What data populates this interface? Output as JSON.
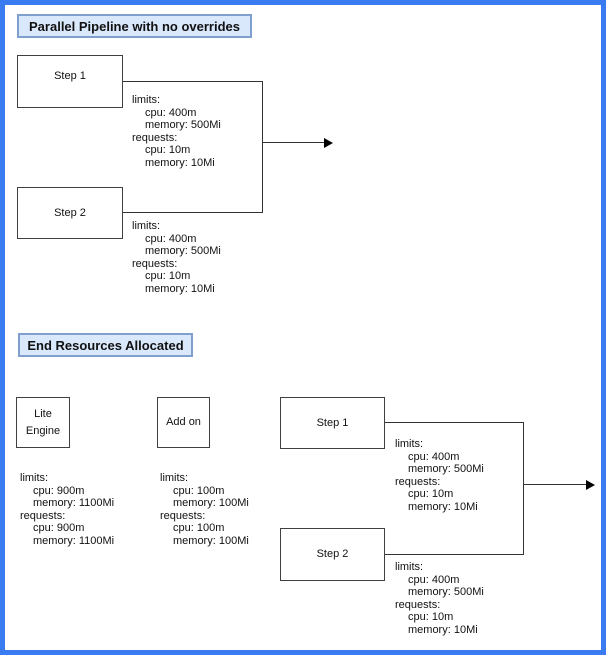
{
  "colors": {
    "frame_border": "#3a7bf2",
    "title_fill": "#dae8fc",
    "title_border": "#7f9fcf",
    "node_border": "#404040",
    "connector": "#333333"
  },
  "section1": {
    "title": "Parallel Pipeline with no overrides",
    "nodes": {
      "step1": {
        "label": "Step 1"
      },
      "step2": {
        "label": "Step 2"
      }
    },
    "resources": {
      "step1": {
        "lines": [
          "limits:",
          "cpu: 400m",
          "memory: 500Mi",
          "requests:",
          "cpu: 10m",
          "memory: 10Mi"
        ]
      },
      "step2": {
        "lines": [
          "limits:",
          "cpu: 400m",
          "memory: 500Mi",
          "requests:",
          "cpu: 10m",
          "memory: 10Mi"
        ]
      }
    }
  },
  "section2": {
    "title": "End Resources Allocated",
    "nodes": {
      "lite_engine": {
        "lines": [
          "Lite",
          "Engine"
        ]
      },
      "addon": {
        "label": "Add on"
      },
      "step1": {
        "label": "Step 1"
      },
      "step2": {
        "label": "Step 2"
      }
    },
    "resources": {
      "lite_engine": {
        "lines": [
          "limits:",
          "cpu: 900m",
          "memory: 1100Mi",
          "requests:",
          "cpu: 900m",
          "memory: 1100Mi"
        ]
      },
      "addon": {
        "lines": [
          "limits:",
          "cpu: 100m",
          "memory: 100Mi",
          "requests:",
          "cpu: 100m",
          "memory: 100Mi"
        ]
      },
      "step1": {
        "lines": [
          "limits:",
          "cpu: 400m",
          "memory: 500Mi",
          "requests:",
          "cpu: 10m",
          "memory: 10Mi"
        ]
      },
      "step2": {
        "lines": [
          "limits:",
          "cpu: 400m",
          "memory: 500Mi",
          "requests:",
          "cpu: 10m",
          "memory: 10Mi"
        ]
      }
    }
  }
}
